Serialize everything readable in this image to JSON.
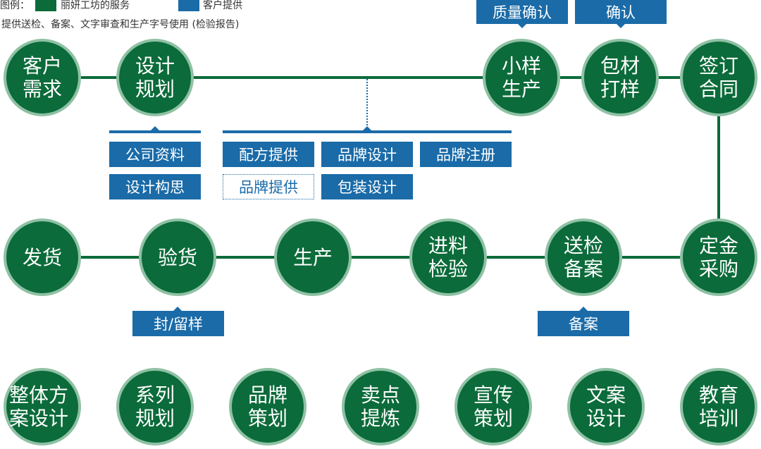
{
  "legend": {
    "prefix": "图例：",
    "green_label": "丽妍工坊的服务",
    "blue_label": "客户提供",
    "note": "提供送检、备案、文字审查和生产字号使用 (检验报告)"
  },
  "colors": {
    "service_green": "#0b6b3a",
    "client_blue": "#1a6ba8",
    "ring": "#8fc1a4"
  },
  "row1_nodes": [
    {
      "l1": "客户",
      "l2": "需求"
    },
    {
      "l1": "设计",
      "l2": "规划"
    },
    {
      "l1": "小样",
      "l2": "生产"
    },
    {
      "l1": "包材",
      "l2": "打样"
    },
    {
      "l1": "签订",
      "l2": "合同"
    }
  ],
  "row2_nodes": [
    {
      "l1": "发货",
      "l2": ""
    },
    {
      "l1": "验货",
      "l2": ""
    },
    {
      "l1": "生产",
      "l2": ""
    },
    {
      "l1": "进料",
      "l2": "检验"
    },
    {
      "l1": "送检",
      "l2": "备案"
    },
    {
      "l1": "定金",
      "l2": "采购"
    }
  ],
  "row3_nodes": [
    {
      "l1": "整体方",
      "l2": "案设计"
    },
    {
      "l1": "系列",
      "l2": "规划"
    },
    {
      "l1": "品牌",
      "l2": "策划"
    },
    {
      "l1": "卖点",
      "l2": "提炼"
    },
    {
      "l1": "宣传",
      "l2": "策划"
    },
    {
      "l1": "文案",
      "l2": "设计"
    },
    {
      "l1": "教育",
      "l2": "培训"
    }
  ],
  "tags": {
    "quality_confirm": "质量确认",
    "confirm": "确认",
    "company_info": "公司资料",
    "design_concept": "设计构思",
    "formula": "配方提供",
    "brand_design": "品牌设计",
    "brand_register": "品牌注册",
    "brand_provide": "品牌提供",
    "package_design": "包装设计",
    "seal_sample": "封/留样",
    "filing": "备案"
  }
}
